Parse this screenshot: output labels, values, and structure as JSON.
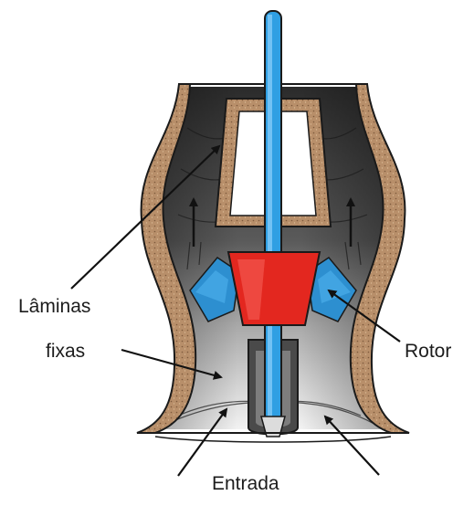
{
  "labels": {
    "laminas": "Lâminas",
    "fixas": "fixas",
    "rotor": "Rotor",
    "entrada": "Entrada"
  },
  "colors": {
    "shaft": "#2f9fe3",
    "rotor": "#e3271f",
    "blades": "#2d8fd0",
    "casing": "#b88f6a",
    "interior_dark": "#3a3a3a"
  },
  "icons": [
    "arrow-icon"
  ]
}
